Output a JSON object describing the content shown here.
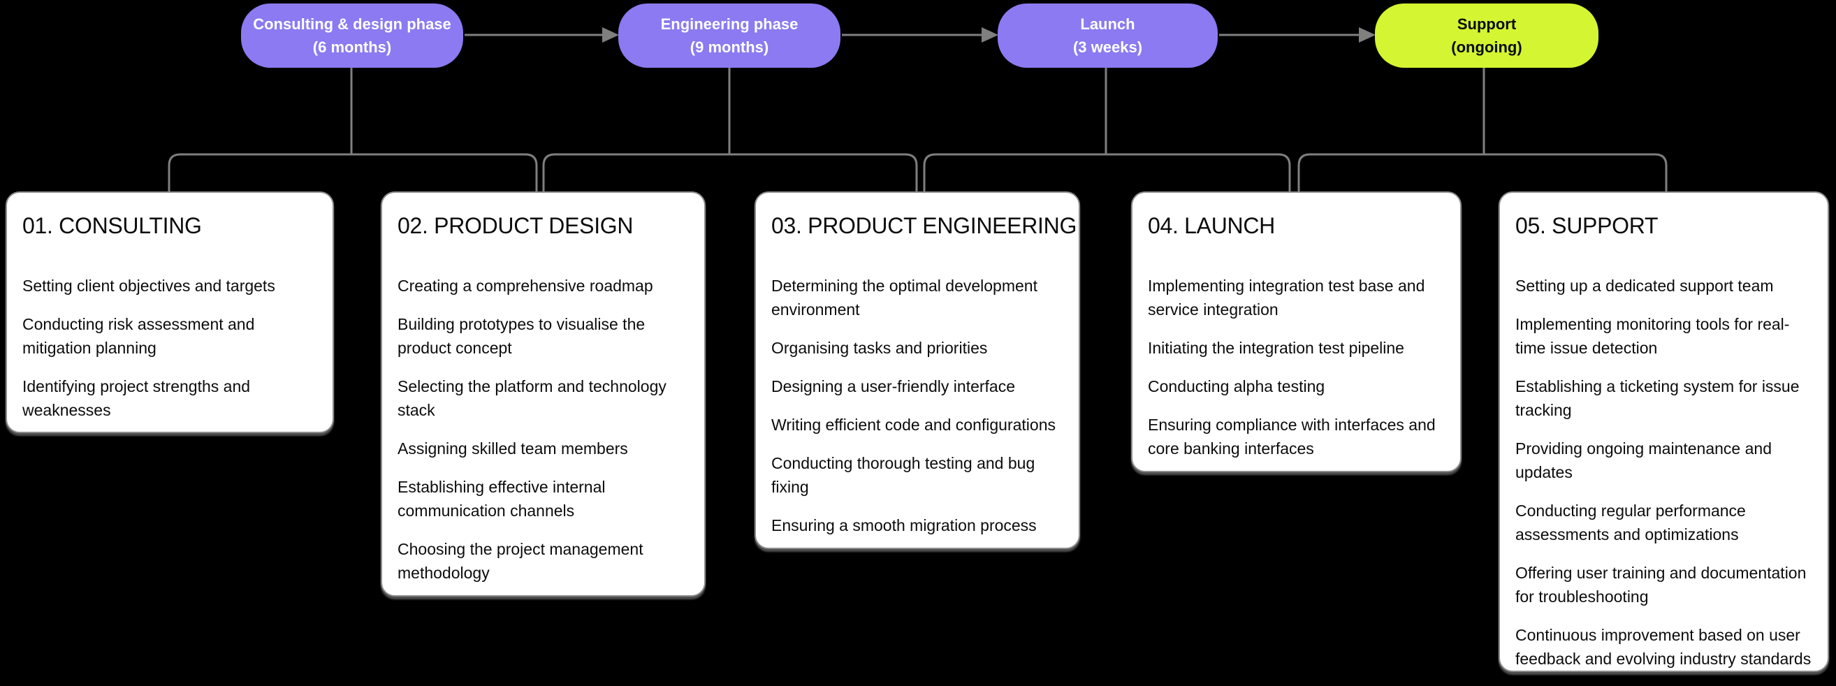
{
  "theme": {
    "bg": "#000000",
    "line": "#7f7f7f",
    "purple": "#8b7af1",
    "lime": "#d4f531",
    "card-bg": "#ffffff",
    "card-border": "#8d8d8d",
    "ink": "#0c0c0c"
  },
  "phases": [
    {
      "name": "Consulting & design phase",
      "duration": "(6 months)",
      "color": "purple"
    },
    {
      "name": "Engineering phase",
      "duration": "(9 months)",
      "color": "purple"
    },
    {
      "name": "Launch",
      "duration": "(3 weeks)",
      "color": "purple"
    },
    {
      "name": "Support",
      "duration": "(ongoing)",
      "color": "lime"
    }
  ],
  "cards": [
    {
      "title": "01. CONSULTING",
      "items": [
        "Setting client objectives and targets",
        "Conducting risk assessment and mitigation planning",
        "Identifying project strengths and weaknesses"
      ]
    },
    {
      "title": "02. PRODUCT DESIGN",
      "items": [
        "Creating a comprehensive roadmap",
        "Building prototypes to visualise the product concept",
        "Selecting the platform and technology stack",
        "Assigning skilled team members",
        "Establishing effective internal communication channels",
        "Choosing the project management methodology"
      ]
    },
    {
      "title": "03. PRODUCT ENGINEERING",
      "items": [
        "Determining the optimal development environment",
        "Organising tasks and priorities",
        "Designing a user-friendly interface",
        "Writing efficient code and configurations",
        "Conducting thorough testing and bug fixing",
        "Ensuring a smooth migration process"
      ]
    },
    {
      "title": "04. LAUNCH",
      "items": [
        "Implementing integration test base and service integration",
        "Initiating the integration test pipeline",
        "Conducting alpha testing",
        "Ensuring compliance with interfaces and core banking interfaces"
      ]
    },
    {
      "title": "05. SUPPORT",
      "items": [
        "Setting up a dedicated support team",
        "Implementing monitoring tools for real-time issue detection",
        "Establishing a ticketing system for issue tracking",
        "Providing ongoing maintenance and updates",
        "Conducting regular performance assessments and optimizations",
        "Offering user training and documentation for troubleshooting",
        "Continuous improvement based on user feedback and evolving industry standards"
      ]
    }
  ]
}
